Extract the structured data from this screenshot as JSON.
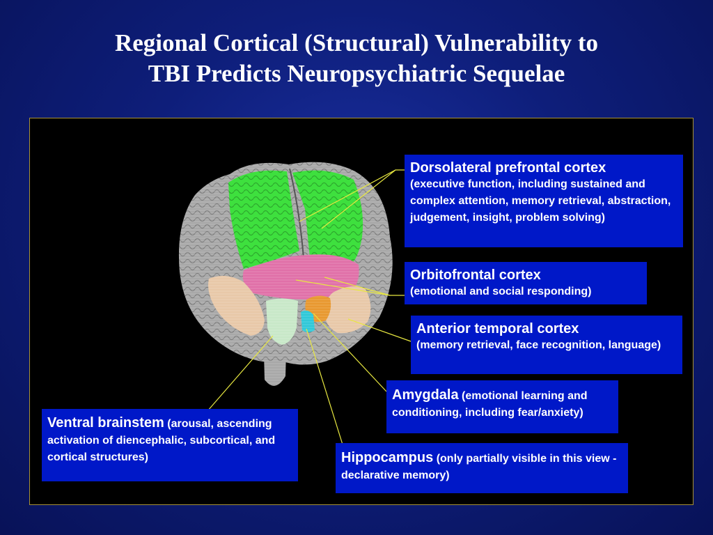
{
  "title": {
    "line1": "Regional Cortical (Structural) Vulnerability to",
    "line2": "TBI Predicts Neuropsychiatric Sequelae"
  },
  "labels": {
    "dlpfc": {
      "name": "Dorsolateral prefrontal cortex",
      "desc": "(executive function, including sustained and complex attention, memory retrieval, abstraction, judgement, insight, problem solving)"
    },
    "ofc": {
      "name": "Orbitofrontal cortex",
      "desc": "(emotional and social responding)"
    },
    "atc": {
      "name": "Anterior temporal cortex",
      "desc": "(memory retrieval, face recognition, language)"
    },
    "amygdala": {
      "name": "Amygdala",
      "desc": "(emotional learning and conditioning, including fear/anxiety)"
    },
    "hippocampus": {
      "name": "Hippocampus",
      "desc": "(only partially visible in this view - declarative memory)"
    },
    "brainstem": {
      "name": "Ventral brainstem",
      "desc": "(arousal, ascending activation of diencephalic, subcortical, and cortical structures)"
    }
  },
  "colors": {
    "label_bg": "#0018c8",
    "leader_line": "#e8e840",
    "dlpfc_region": "#3ee03e",
    "ofc_region": "#e070a8",
    "temporal_region": "#e8c8a8",
    "brainstem_region": "#c8e8c8",
    "amygdala_region": "#e89830",
    "hippocampus_region": "#30c8d8",
    "cortex_gray": "#a8a8a8"
  }
}
